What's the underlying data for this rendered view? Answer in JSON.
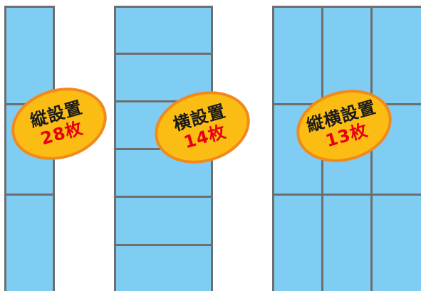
{
  "colors": {
    "panel_blue": "#7fcdf3",
    "grid_gray": "#6e6e6e",
    "badge_fill": "#fbbd13",
    "badge_border": "#f08a1c",
    "count_red": "#e60012"
  },
  "layouts": [
    {
      "title": "縦設置",
      "count": "28枚"
    },
    {
      "title": "横設置",
      "count": "14枚"
    },
    {
      "title": "縦横設置",
      "count": "13枚"
    }
  ]
}
